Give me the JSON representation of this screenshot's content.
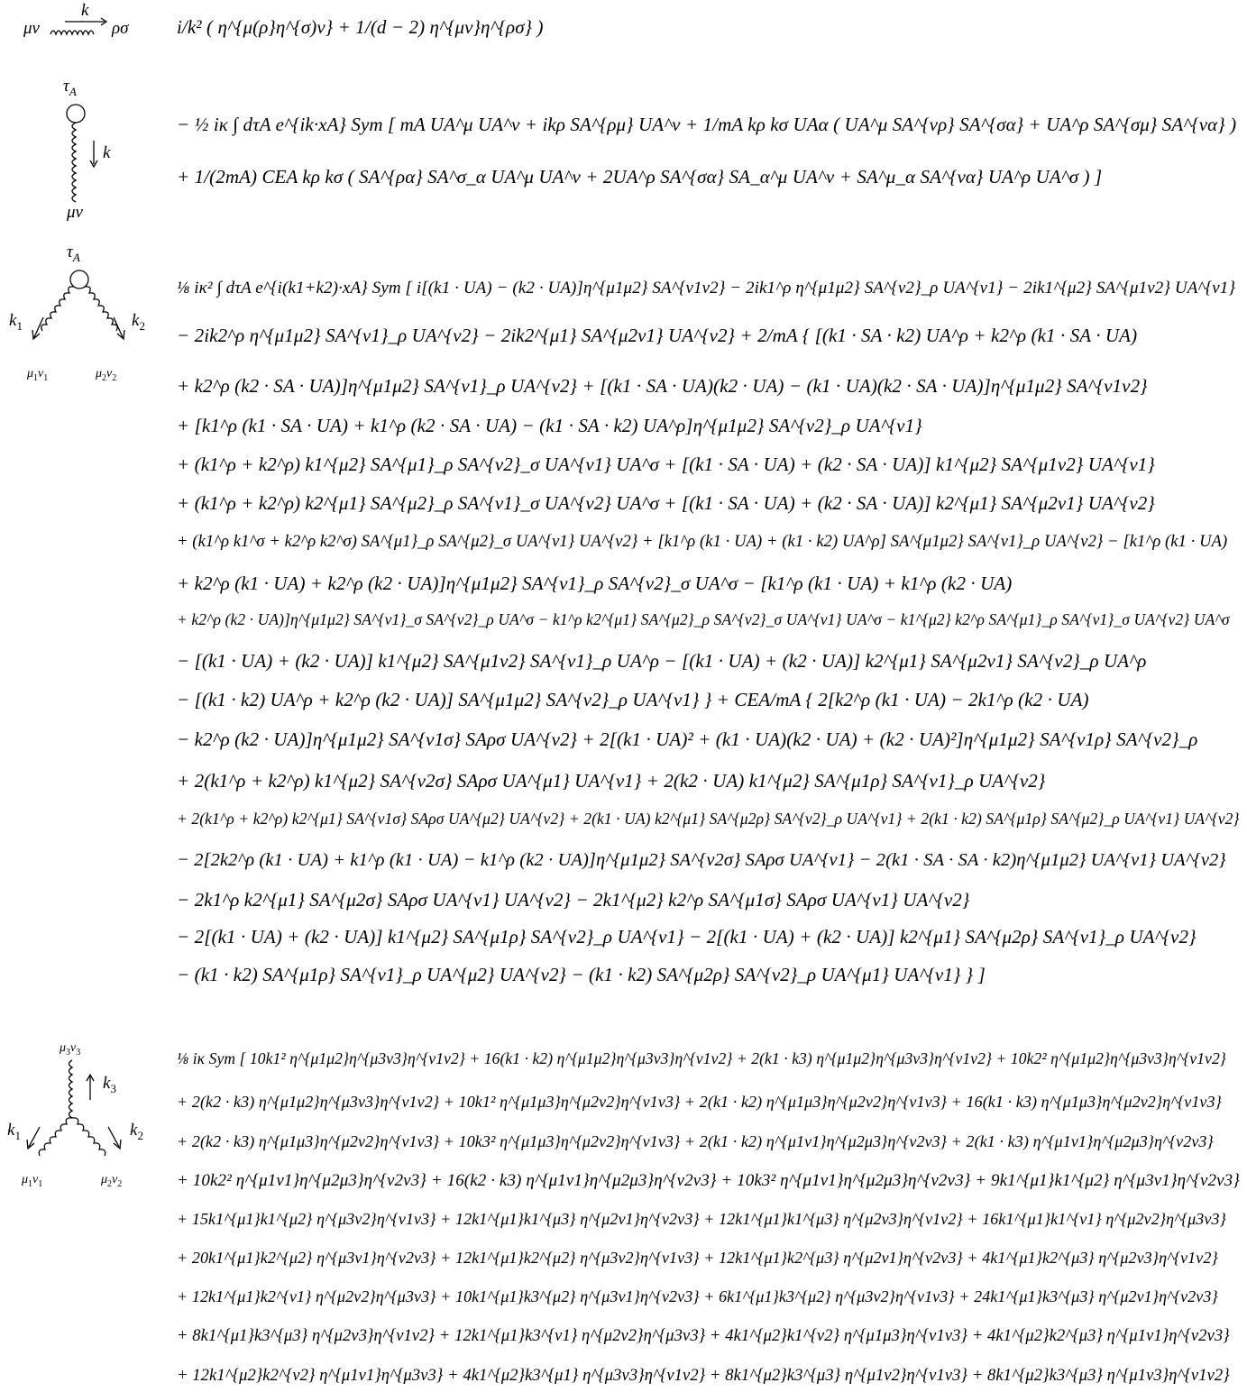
{
  "diagrams": {
    "propagator": {
      "left_index": "μν",
      "momentum": "k",
      "right_index": "ρσ"
    },
    "one_graviton": {
      "top": "τA",
      "momentum": "k",
      "bottom": "μν"
    },
    "two_graviton": {
      "top": "τA",
      "k1": "k1",
      "k2": "k2",
      "idx1": "μ1ν1",
      "idx2": "μ2ν2"
    },
    "three_graviton": {
      "top_index": "μ3ν3",
      "k3": "k3",
      "k1": "k1",
      "k2": "k2",
      "idx1": "μ1ν1",
      "idx2": "μ2ν2"
    }
  },
  "equations": {
    "propagator": [
      "i/k² ( η^{μ(ρ}η^{σ)ν} + 1/(d − 2) η^{μν}η^{ρσ} )"
    ],
    "one_graviton": [
      "− ½ iκ ∫ dτA e^{ik·xA} Sym [ mA UA^μ UA^ν + ikρ SA^{ρμ} UA^ν + 1/mA kρ kσ UAα ( UA^μ SA^{νρ} SA^{σα} + UA^ρ SA^{σμ} SA^{να} )",
      "+ 1/(2mA) CEA kρ kσ ( SA^{ρα} SA^σ_α UA^μ UA^ν + 2UA^ρ SA^{σα} SA_α^μ UA^ν + SA^μ_α SA^{να} UA^ρ UA^σ ) ]"
    ],
    "two_graviton": [
      "⅛ iκ² ∫ dτA e^{i(k1+k2)·xA} Sym [ i[(k1 · UA) − (k2 · UA)]η^{μ1μ2} SA^{ν1ν2} − 2ik1^ρ η^{μ1μ2} SA^{ν2}_ρ UA^{ν1} − 2ik1^{μ2} SA^{μ1ν2} UA^{ν1}",
      "− 2ik2^ρ η^{μ1μ2} SA^{ν1}_ρ UA^{ν2} − 2ik2^{μ1} SA^{μ2ν1} UA^{ν2} + 2/mA { [(k1 · SA · k2) UA^ρ + k2^ρ (k1 · SA · UA)",
      "+ k2^ρ (k2 · SA · UA)]η^{μ1μ2} SA^{ν1}_ρ UA^{ν2} + [(k1 · SA · UA)(k2 · UA) − (k1 · UA)(k2 · SA · UA)]η^{μ1μ2} SA^{ν1ν2}",
      "+ [k1^ρ (k1 · SA · UA) + k1^ρ (k2 · SA · UA) − (k1 · SA · k2) UA^ρ]η^{μ1μ2} SA^{ν2}_ρ UA^{ν1}",
      "+ (k1^ρ + k2^ρ) k1^{μ2} SA^{μ1}_ρ SA^{ν2}_σ UA^{ν1} UA^σ + [(k1 · SA · UA) + (k2 · SA · UA)] k1^{μ2} SA^{μ1ν2} UA^{ν1}",
      "+ (k1^ρ + k2^ρ) k2^{μ1} SA^{μ2}_ρ SA^{ν1}_σ UA^{ν2} UA^σ + [(k1 · SA · UA) + (k2 · SA · UA)] k2^{μ1} SA^{μ2ν1} UA^{ν2}",
      "+ (k1^ρ k1^σ + k2^ρ k2^σ) SA^{μ1}_ρ SA^{μ2}_σ UA^{ν1} UA^{ν2} + [k1^ρ (k1 · UA) + (k1 · k2) UA^ρ] SA^{μ1μ2} SA^{ν1}_ρ UA^{ν2} − [k1^ρ (k1 · UA)",
      "+ k2^ρ (k1 · UA) + k2^ρ (k2 · UA)]η^{μ1μ2} SA^{ν1}_ρ SA^{ν2}_σ UA^σ − [k1^ρ (k1 · UA) + k1^ρ (k2 · UA)",
      "+ k2^ρ (k2 · UA)]η^{μ1μ2} SA^{ν1}_σ SA^{ν2}_ρ UA^σ − k1^ρ k2^{μ1} SA^{μ2}_ρ SA^{ν2}_σ UA^{ν1} UA^σ − k1^{μ2} k2^ρ SA^{μ1}_ρ SA^{ν1}_σ UA^{ν2} UA^σ",
      "− [(k1 · UA) + (k2 · UA)] k1^{μ2} SA^{μ1ν2} SA^{ν1}_ρ UA^ρ − [(k1 · UA) + (k2 · UA)] k2^{μ1} SA^{μ2ν1} SA^{ν2}_ρ UA^ρ",
      "− [(k1 · k2) UA^ρ + k2^ρ (k2 · UA)] SA^{μ1μ2} SA^{ν2}_ρ UA^{ν1} } + CEA/mA { 2[k2^ρ (k1 · UA) − 2k1^ρ (k2 · UA)",
      "− k2^ρ (k2 · UA)]η^{μ1μ2} SA^{ν1σ} SAρσ UA^{ν2} + 2[(k1 · UA)² + (k1 · UA)(k2 · UA) + (k2 · UA)²]η^{μ1μ2} SA^{ν1ρ} SA^{ν2}_ρ",
      "+ 2(k1^ρ + k2^ρ) k1^{μ2} SA^{ν2σ} SAρσ UA^{μ1} UA^{ν1} + 2(k2 · UA) k1^{μ2} SA^{μ1ρ} SA^{ν1}_ρ UA^{ν2}",
      "+ 2(k1^ρ + k2^ρ) k2^{μ1} SA^{ν1σ} SAρσ UA^{μ2} UA^{ν2} + 2(k1 · UA) k2^{μ1} SA^{μ2ρ} SA^{ν2}_ρ UA^{ν1} + 2(k1 · k2) SA^{μ1ρ} SA^{μ2}_ρ UA^{ν1} UA^{ν2}",
      "− 2[2k2^ρ (k1 · UA) + k1^ρ (k1 · UA) − k1^ρ (k2 · UA)]η^{μ1μ2} SA^{ν2σ} SAρσ UA^{ν1} − 2(k1 · SA · SA · k2)η^{μ1μ2} UA^{ν1} UA^{ν2}",
      "− 2k1^ρ k2^{μ1} SA^{μ2σ} SAρσ UA^{ν1} UA^{ν2} − 2k1^{μ2} k2^ρ SA^{μ1σ} SAρσ UA^{ν1} UA^{ν2}",
      "− 2[(k1 · UA) + (k2 · UA)] k1^{μ2} SA^{μ1ρ} SA^{ν2}_ρ UA^{ν1} − 2[(k1 · UA) + (k2 · UA)] k2^{μ1} SA^{μ2ρ} SA^{ν1}_ρ UA^{ν2}",
      "− (k1 · k2) SA^{μ1ρ} SA^{ν1}_ρ UA^{μ2} UA^{ν2} − (k1 · k2) SA^{μ2ρ} SA^{ν2}_ρ UA^{μ1} UA^{ν1} } ]"
    ],
    "three_graviton": [
      "⅛ iκ Sym [ 10k1² η^{μ1μ2}η^{μ3ν3}η^{ν1ν2} + 16(k1 · k2) η^{μ1μ2}η^{μ3ν3}η^{ν1ν2} + 2(k1 · k3) η^{μ1μ2}η^{μ3ν3}η^{ν1ν2} + 10k2² η^{μ1μ2}η^{μ3ν3}η^{ν1ν2}",
      "+ 2(k2 · k3) η^{μ1μ2}η^{μ3ν3}η^{ν1ν2} + 10k1² η^{μ1μ3}η^{μ2ν2}η^{ν1ν3} + 2(k1 · k2) η^{μ1μ3}η^{μ2ν2}η^{ν1ν3} + 16(k1 · k3) η^{μ1μ3}η^{μ2ν2}η^{ν1ν3}",
      "+ 2(k2 · k3) η^{μ1μ3}η^{μ2ν2}η^{ν1ν3} + 10k3² η^{μ1μ3}η^{μ2ν2}η^{ν1ν3} + 2(k1 · k2) η^{μ1ν1}η^{μ2μ3}η^{ν2ν3} + 2(k1 · k3) η^{μ1ν1}η^{μ2μ3}η^{ν2ν3}",
      "+ 10k2² η^{μ1ν1}η^{μ2μ3}η^{ν2ν3} + 16(k2 · k3) η^{μ1ν1}η^{μ2μ3}η^{ν2ν3} + 10k3² η^{μ1ν1}η^{μ2μ3}η^{ν2ν3} + 9k1^{μ1}k1^{μ2} η^{μ3ν1}η^{ν2ν3}",
      "+ 15k1^{μ1}k1^{μ2} η^{μ3ν2}η^{ν1ν3} + 12k1^{μ1}k1^{μ3} η^{μ2ν1}η^{ν2ν3} + 12k1^{μ1}k1^{μ3} η^{μ2ν3}η^{ν1ν2} + 16k1^{μ1}k1^{ν1} η^{μ2ν2}η^{μ3ν3}",
      "+ 20k1^{μ1}k2^{μ2} η^{μ3ν1}η^{ν2ν3} + 12k1^{μ1}k2^{μ2} η^{μ3ν2}η^{ν1ν3} + 12k1^{μ1}k2^{μ3} η^{μ2ν1}η^{ν2ν3} + 4k1^{μ1}k2^{μ3} η^{μ2ν3}η^{ν1ν2}",
      "+ 12k1^{μ1}k2^{ν1} η^{μ2ν2}η^{μ3ν3} + 10k1^{μ1}k3^{μ2} η^{μ3ν1}η^{ν2ν3} + 6k1^{μ1}k3^{μ2} η^{μ3ν2}η^{ν1ν3} + 24k1^{μ1}k3^{μ3} η^{μ2ν1}η^{ν2ν3}",
      "+ 8k1^{μ1}k3^{μ3} η^{μ2ν3}η^{ν1ν2} + 12k1^{μ1}k3^{ν1} η^{μ2ν2}η^{μ3ν3} + 4k1^{μ2}k1^{ν2} η^{μ1μ3}η^{ν1ν3} + 4k1^{μ2}k2^{μ3} η^{μ1ν1}η^{ν2ν3}",
      "+ 12k1^{μ2}k2^{ν2} η^{μ1ν1}η^{μ3ν3} + 4k1^{μ2}k3^{μ1} η^{μ3ν3}η^{ν1ν2} + 8k1^{μ2}k3^{μ3} η^{μ1ν2}η^{ν1ν3} + 8k1^{μ2}k3^{μ3} η^{μ1ν3}η^{ν1ν2}"
    ]
  }
}
